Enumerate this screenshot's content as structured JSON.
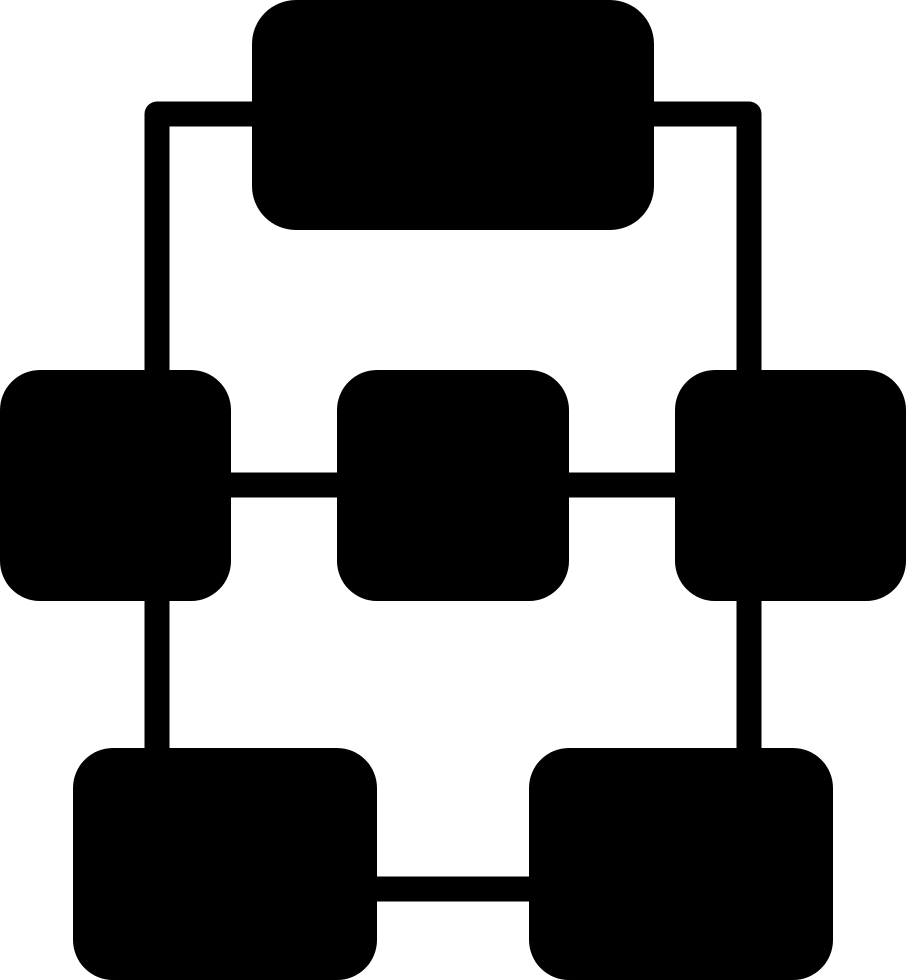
{
  "icon": {
    "name": "hierarchy-structure-icon",
    "style": "glyph",
    "color": "#000000",
    "background": "#ffffff"
  },
  "diagram": {
    "nodes": [
      {
        "id": "top",
        "label": ""
      },
      {
        "id": "middle-left",
        "label": ""
      },
      {
        "id": "middle-center",
        "label": ""
      },
      {
        "id": "middle-right",
        "label": ""
      },
      {
        "id": "bottom-left",
        "label": ""
      },
      {
        "id": "bottom-right",
        "label": ""
      }
    ],
    "edges": [
      {
        "from": "top",
        "to": "middle-left"
      },
      {
        "from": "top",
        "to": "middle-right"
      },
      {
        "from": "middle-left",
        "to": "middle-center"
      },
      {
        "from": "middle-center",
        "to": "middle-right"
      },
      {
        "from": "middle-left",
        "to": "bottom-left"
      },
      {
        "from": "middle-right",
        "to": "bottom-right"
      },
      {
        "from": "bottom-left",
        "to": "bottom-right"
      }
    ]
  }
}
